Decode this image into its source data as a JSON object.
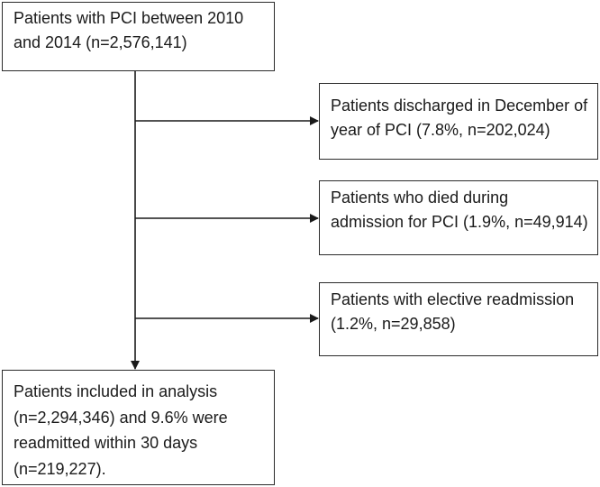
{
  "flowchart": {
    "start": {
      "lines": [
        "Patients with PCI between 2010",
        "and 2014 (n=2,576,141)"
      ]
    },
    "exclusions": [
      {
        "lines": [
          "Patients discharged in December of",
          "year of PCI (7.8%, n=202,024)"
        ]
      },
      {
        "lines": [
          "Patients who died during",
          "admission for PCI (1.9%, n=49,914)"
        ]
      },
      {
        "lines": [
          "Patients with elective readmission",
          "(1.2%, n=29,858)"
        ]
      }
    ],
    "final": {
      "lines": [
        "Patients included in analysis",
        "(n=2,294,346) and 9.6% were",
        "readmitted within 30 days",
        "(n=219,227)."
      ]
    }
  },
  "style": {
    "line_color": "#1a1a1a",
    "border_color": "#2b2b2b",
    "text_color": "#1a1a1a"
  }
}
